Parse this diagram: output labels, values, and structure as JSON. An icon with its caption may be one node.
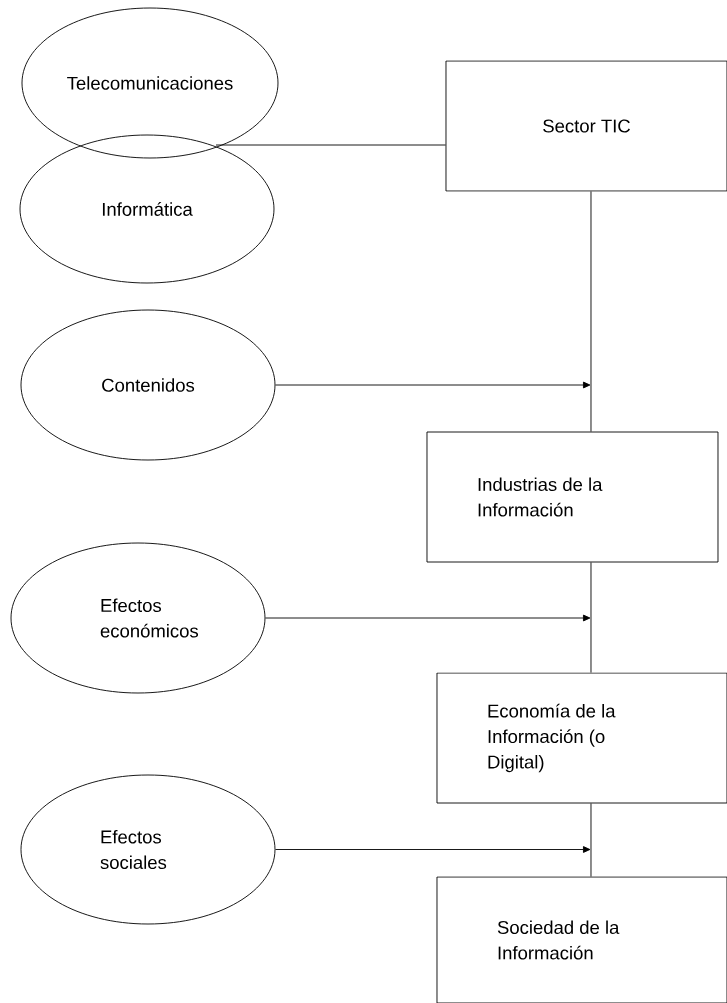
{
  "diagram": {
    "nodes": [
      {
        "text": [
          "Telecomunicaciones"
        ]
      },
      {
        "text": [
          "Informática"
        ]
      },
      {
        "text": [
          "Sector TIC"
        ]
      },
      {
        "text": [
          "Contenidos"
        ]
      },
      {
        "text": [
          "Industrias de la Información"
        ]
      },
      {
        "text": [
          "Efectos económicos"
        ]
      },
      {
        "text": [
          "Economía de la Información (o Digital)"
        ]
      },
      {
        "text": [
          "Efectos sociales"
        ]
      },
      {
        "text": [
          "Sociedad de la Información"
        ]
      }
    ],
    "edges": [
      {
        "from": 0,
        "to": 2,
        "arrow": "none"
      },
      {
        "from": 1,
        "to": 2,
        "arrow": "none"
      },
      {
        "from": 2,
        "to": 4,
        "arrow": "none"
      },
      {
        "from": 3,
        "to": 4,
        "arrow": "to"
      },
      {
        "from": 4,
        "to": 6,
        "arrow": "none"
      },
      {
        "from": 5,
        "to": 6,
        "arrow": "to"
      },
      {
        "from": 6,
        "to": 8,
        "arrow": "none"
      },
      {
        "from": 7,
        "to": 8,
        "arrow": "to"
      }
    ]
  }
}
